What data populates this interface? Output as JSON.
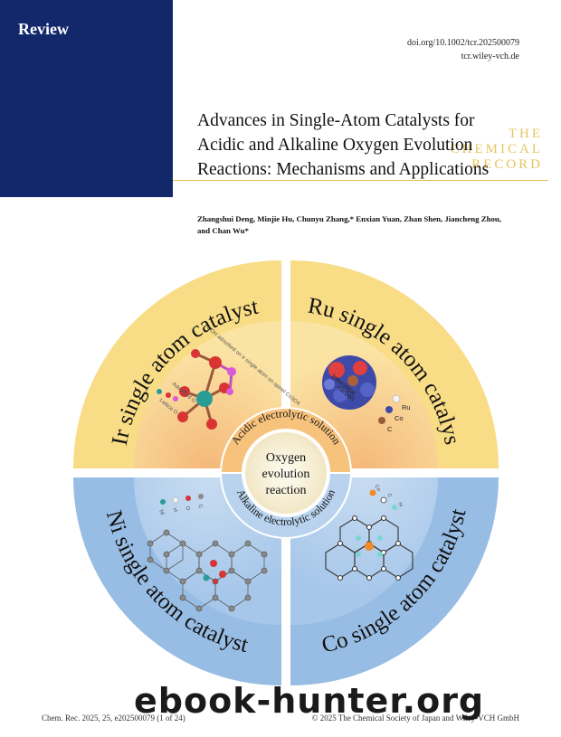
{
  "header": {
    "section": "Review",
    "journal_lines": [
      "THE",
      "CHEMICAL",
      "RECORD"
    ],
    "doi": "doi.org/10.1002/tcr.202500079",
    "site": "tcr.wiley-vch.de"
  },
  "article": {
    "title_lines": [
      "Advances in Single-Atom Catalysts for",
      "Acidic and Alkaline Oxygen Evolution",
      "Reactions: Mechanisms and Applications"
    ],
    "authors_line1": "Zhangshui Deng, Minjie Hu, Chunyu Zhang,* Enxian Yuan, Zhan Shen, Jiancheng Zhou,",
    "authors_line2": "and Chan Wu*"
  },
  "figure": {
    "quadrants": {
      "ir": "Ir single atom catalyst",
      "ru": "Ru single atom catalyst",
      "ni": "Ni single atom catalyst",
      "co": "Co single atom catalyst"
    },
    "ring": {
      "acidic": "Acidic electrolytic solution",
      "alkaline": "Alkaline electrolytic solution"
    },
    "center_lines": [
      "Oxygen",
      "evolution",
      "reaction"
    ],
    "ir_annotation": "OOH adsorbed on Ir single atom on spinel Co3O4",
    "ir_legend": [
      "Lattice O",
      "Adsorbed O",
      "H"
    ],
    "ru_interstitial": "Interstitial",
    "ru_carbon": "carbon",
    "ru_legend": [
      "Ru",
      "Co",
      "C"
    ],
    "ni_legend": [
      "Ni",
      "H",
      "O",
      "C"
    ],
    "co_legend": [
      "Co",
      "C",
      "N"
    ],
    "colors": {
      "top_outer": "#f8dc86",
      "bottom_outer": "#98bde4",
      "top_inner": "#f7c27c",
      "bottom_inner": "#b9d3ee",
      "navy": "#13286b",
      "gold": "#e3c24a"
    }
  },
  "footer": {
    "left": "Chem. Rec. 2025, 25, e202500079 (1 of 24)",
    "right": "© 2025 The Chemical Society of Japan and Wiley-VCH GmbH"
  },
  "watermark": "ebook-hunter.org"
}
